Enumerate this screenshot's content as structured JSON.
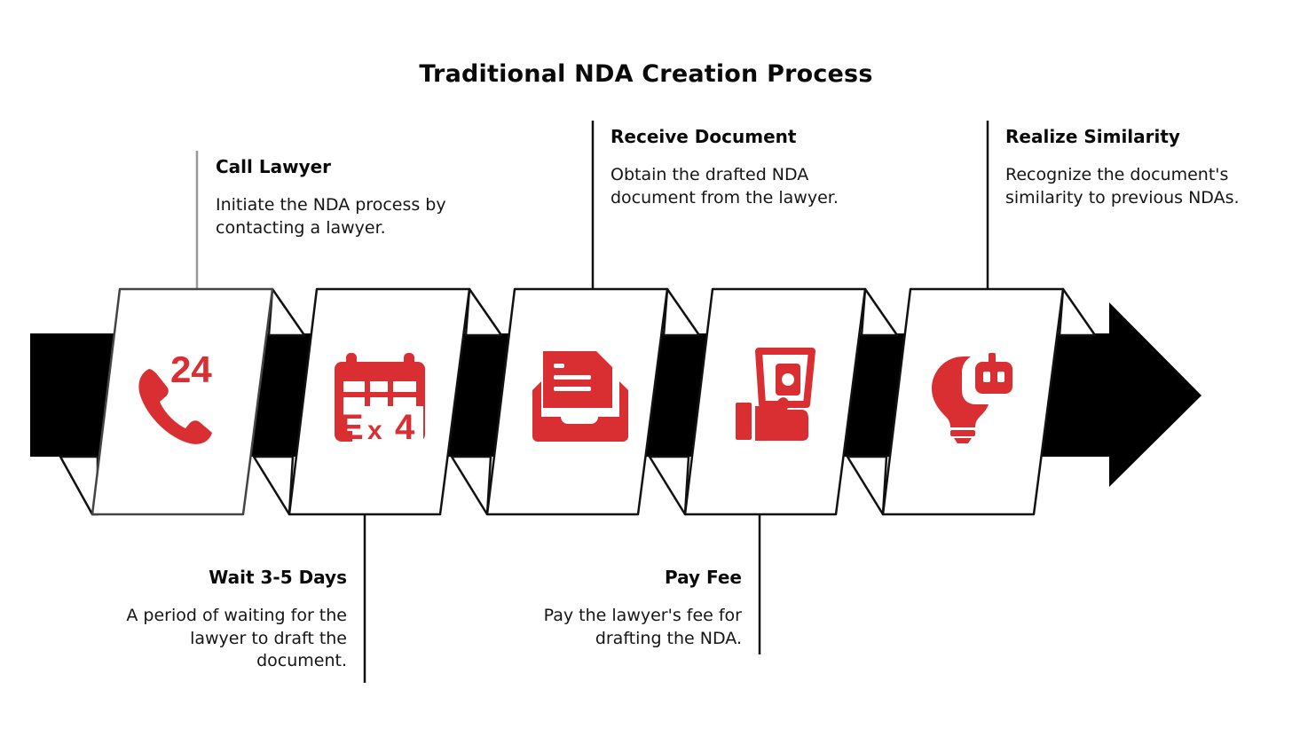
{
  "title": "Traditional NDA Creation Process",
  "colors": {
    "icon": "#d92f32",
    "arrow": "#000000",
    "panel": "#ffffff",
    "stroke": "#111111"
  },
  "steps": [
    {
      "label": "Call Lawyer",
      "description": "Initiate the NDA process by contacting a lawyer.",
      "icon": "phone-24-icon",
      "position": "top"
    },
    {
      "label": "Wait 3-5 Days",
      "description": "A period of waiting for the lawyer to draft the document.",
      "icon": "calendar-x4-icon",
      "position": "bottom"
    },
    {
      "label": "Receive Document",
      "description": "Obtain the drafted NDA document from the lawyer.",
      "icon": "document-tray-icon",
      "position": "top"
    },
    {
      "label": "Pay Fee",
      "description": "Pay the lawyer's fee for drafting the NDA.",
      "icon": "hand-money-icon",
      "position": "bottom"
    },
    {
      "label": "Realize Similarity",
      "description": "Recognize the document's similarity to previous NDAs.",
      "icon": "bulb-robot-icon",
      "position": "top"
    }
  ]
}
